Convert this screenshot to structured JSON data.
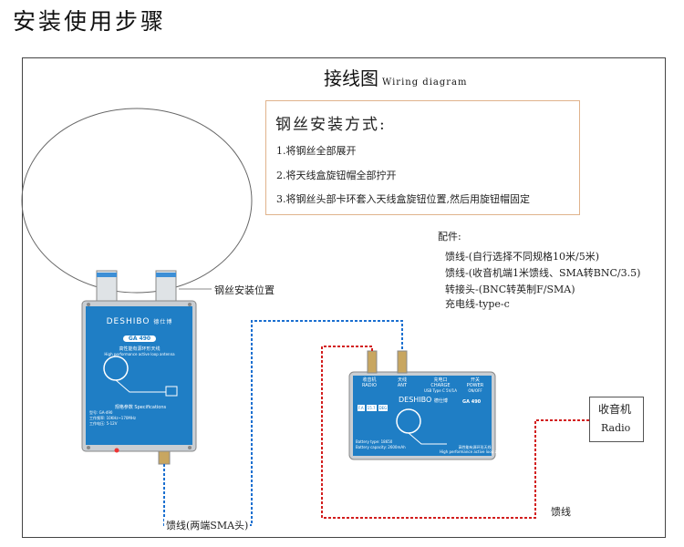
{
  "page_title": "安装使用步骤",
  "diagram": {
    "title_cn": "接线图",
    "title_en": "Wiring diagram"
  },
  "steps": {
    "heading": "钢丝安装方式:",
    "items": [
      "1.将钢丝全部展开",
      "2.将天线盒旋钮帽全部拧开",
      "3.将钢丝头部卡环套入天线盒旋钮位置,然后用旋钮帽固定"
    ]
  },
  "accessories": {
    "heading": "配件:",
    "items": [
      "馈线-(自行选择不同规格10米/5米)",
      "馈线-(收音机端1米馈线、SMA转BNC/3.5)",
      "转接头-(BNC转英制F/SMA)",
      "充电线-type-c"
    ]
  },
  "labels": {
    "wire_position": "钢丝安装位置",
    "feeder_left": "馈线(两端SMA头)",
    "feeder_right": "馈线"
  },
  "antenna_box": {
    "brand": "DESHIBO",
    "brand_cn": "德仕博",
    "model": "GA 490",
    "subtitle_cn": "高性能有源环形天线",
    "subtitle_en": "High performance active loop antenna",
    "spec_heading": "规格参数  Specifications",
    "spec_lines": [
      "型号: GA-490",
      "工作频率: 10KHz~170MHz",
      "工作电压: 5-12V"
    ]
  },
  "controller": {
    "brand": "DESHIBO",
    "brand_cn": "德仕博",
    "model": "GA 490",
    "ports": [
      {
        "cn": "收音机",
        "en": "RADIO"
      },
      {
        "cn": "天线",
        "en": "ANT"
      },
      {
        "cn": "充电口",
        "en": "CHARGE"
      },
      {
        "cn": "开关",
        "en": "POWER"
      }
    ],
    "charge_sub": "USB Type C 5V/1A",
    "power_sub": "ON/OFF",
    "buttons": [
      "F.A",
      "15.7",
      "DEG"
    ],
    "battery_lines": [
      "Battery type:  18650",
      "Battery capacity: 2600mAh"
    ],
    "footer_cn": "高性能有源环形天线",
    "footer_en": "High performance active loop antenna"
  },
  "radio": {
    "cn": "收音机",
    "en": "Radio"
  },
  "colors": {
    "box_blue": "#1f7ec5",
    "cable_blue": "#1a6fd0",
    "cable_red": "#d21e1e",
    "steps_border": "#e0b38c"
  }
}
